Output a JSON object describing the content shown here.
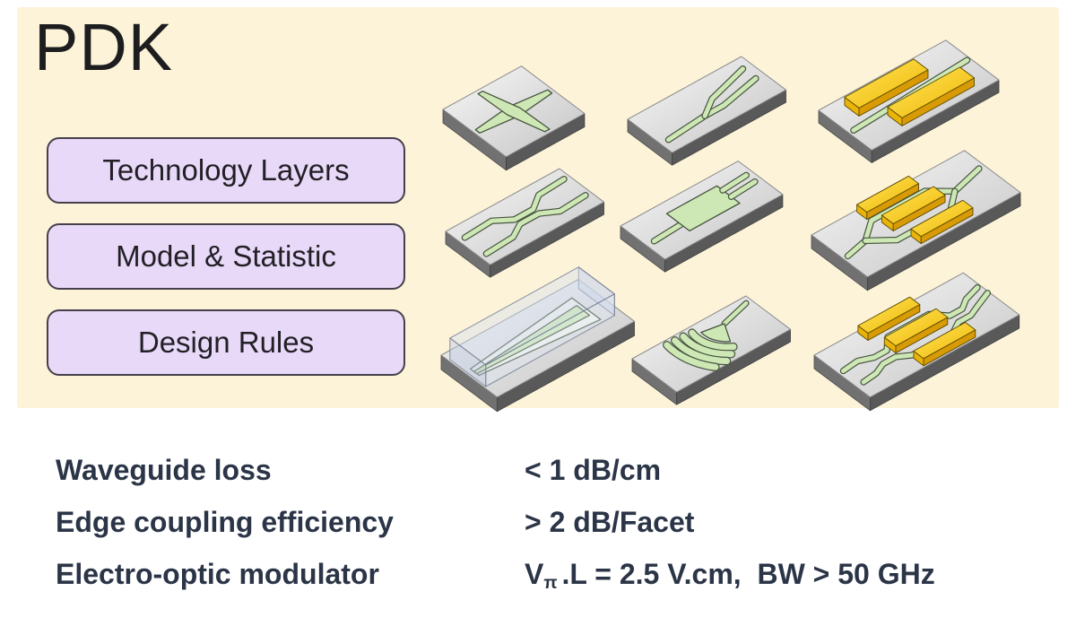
{
  "panel": {
    "title": "PDK",
    "buttons": [
      {
        "label": "Technology Layers"
      },
      {
        "label": "Model & Statistic"
      },
      {
        "label": "Design Rules"
      }
    ],
    "components": [
      {
        "name": "waveguide-crossing"
      },
      {
        "name": "y-branch-splitter"
      },
      {
        "name": "phase-modulator"
      },
      {
        "name": "directional-coupler"
      },
      {
        "name": "mmi-coupler"
      },
      {
        "name": "mzi-modulator"
      },
      {
        "name": "edge-coupler"
      },
      {
        "name": "focusing-grating-coupler"
      },
      {
        "name": "mzi-modulator-2x2"
      }
    ]
  },
  "specs": {
    "rows": [
      {
        "label": "Waveguide loss",
        "value": "< 1 dB/cm"
      },
      {
        "label": "Edge coupling efficiency",
        "value": "> 2 dB/Facet"
      },
      {
        "label": "Electro-optic modulator",
        "value_v": "V",
        "value_sub": "π",
        "value_rest": ".L = 2.5 V.cm,  BW > 50 GHz"
      }
    ]
  },
  "colors": {
    "panel_bg": "#FCF3D9",
    "button_bg": "#E7D9F7",
    "button_border": "#46404C",
    "title_text": "#1D1D1F",
    "spec_text": "#2B3547",
    "waveguide_green": "#CDE8B5",
    "waveguide_outline": "#47543F",
    "electrode_top_light": "#FFE95E",
    "electrode_top_dark": "#EFB300",
    "electrode_front": "#D89B06",
    "electrode_side": "#EAB308",
    "chip_top_light": "#F8F8F8",
    "chip_top_dark": "#C4C4C4",
    "chip_side_left": "#717171",
    "chip_side_front": "#595959"
  }
}
